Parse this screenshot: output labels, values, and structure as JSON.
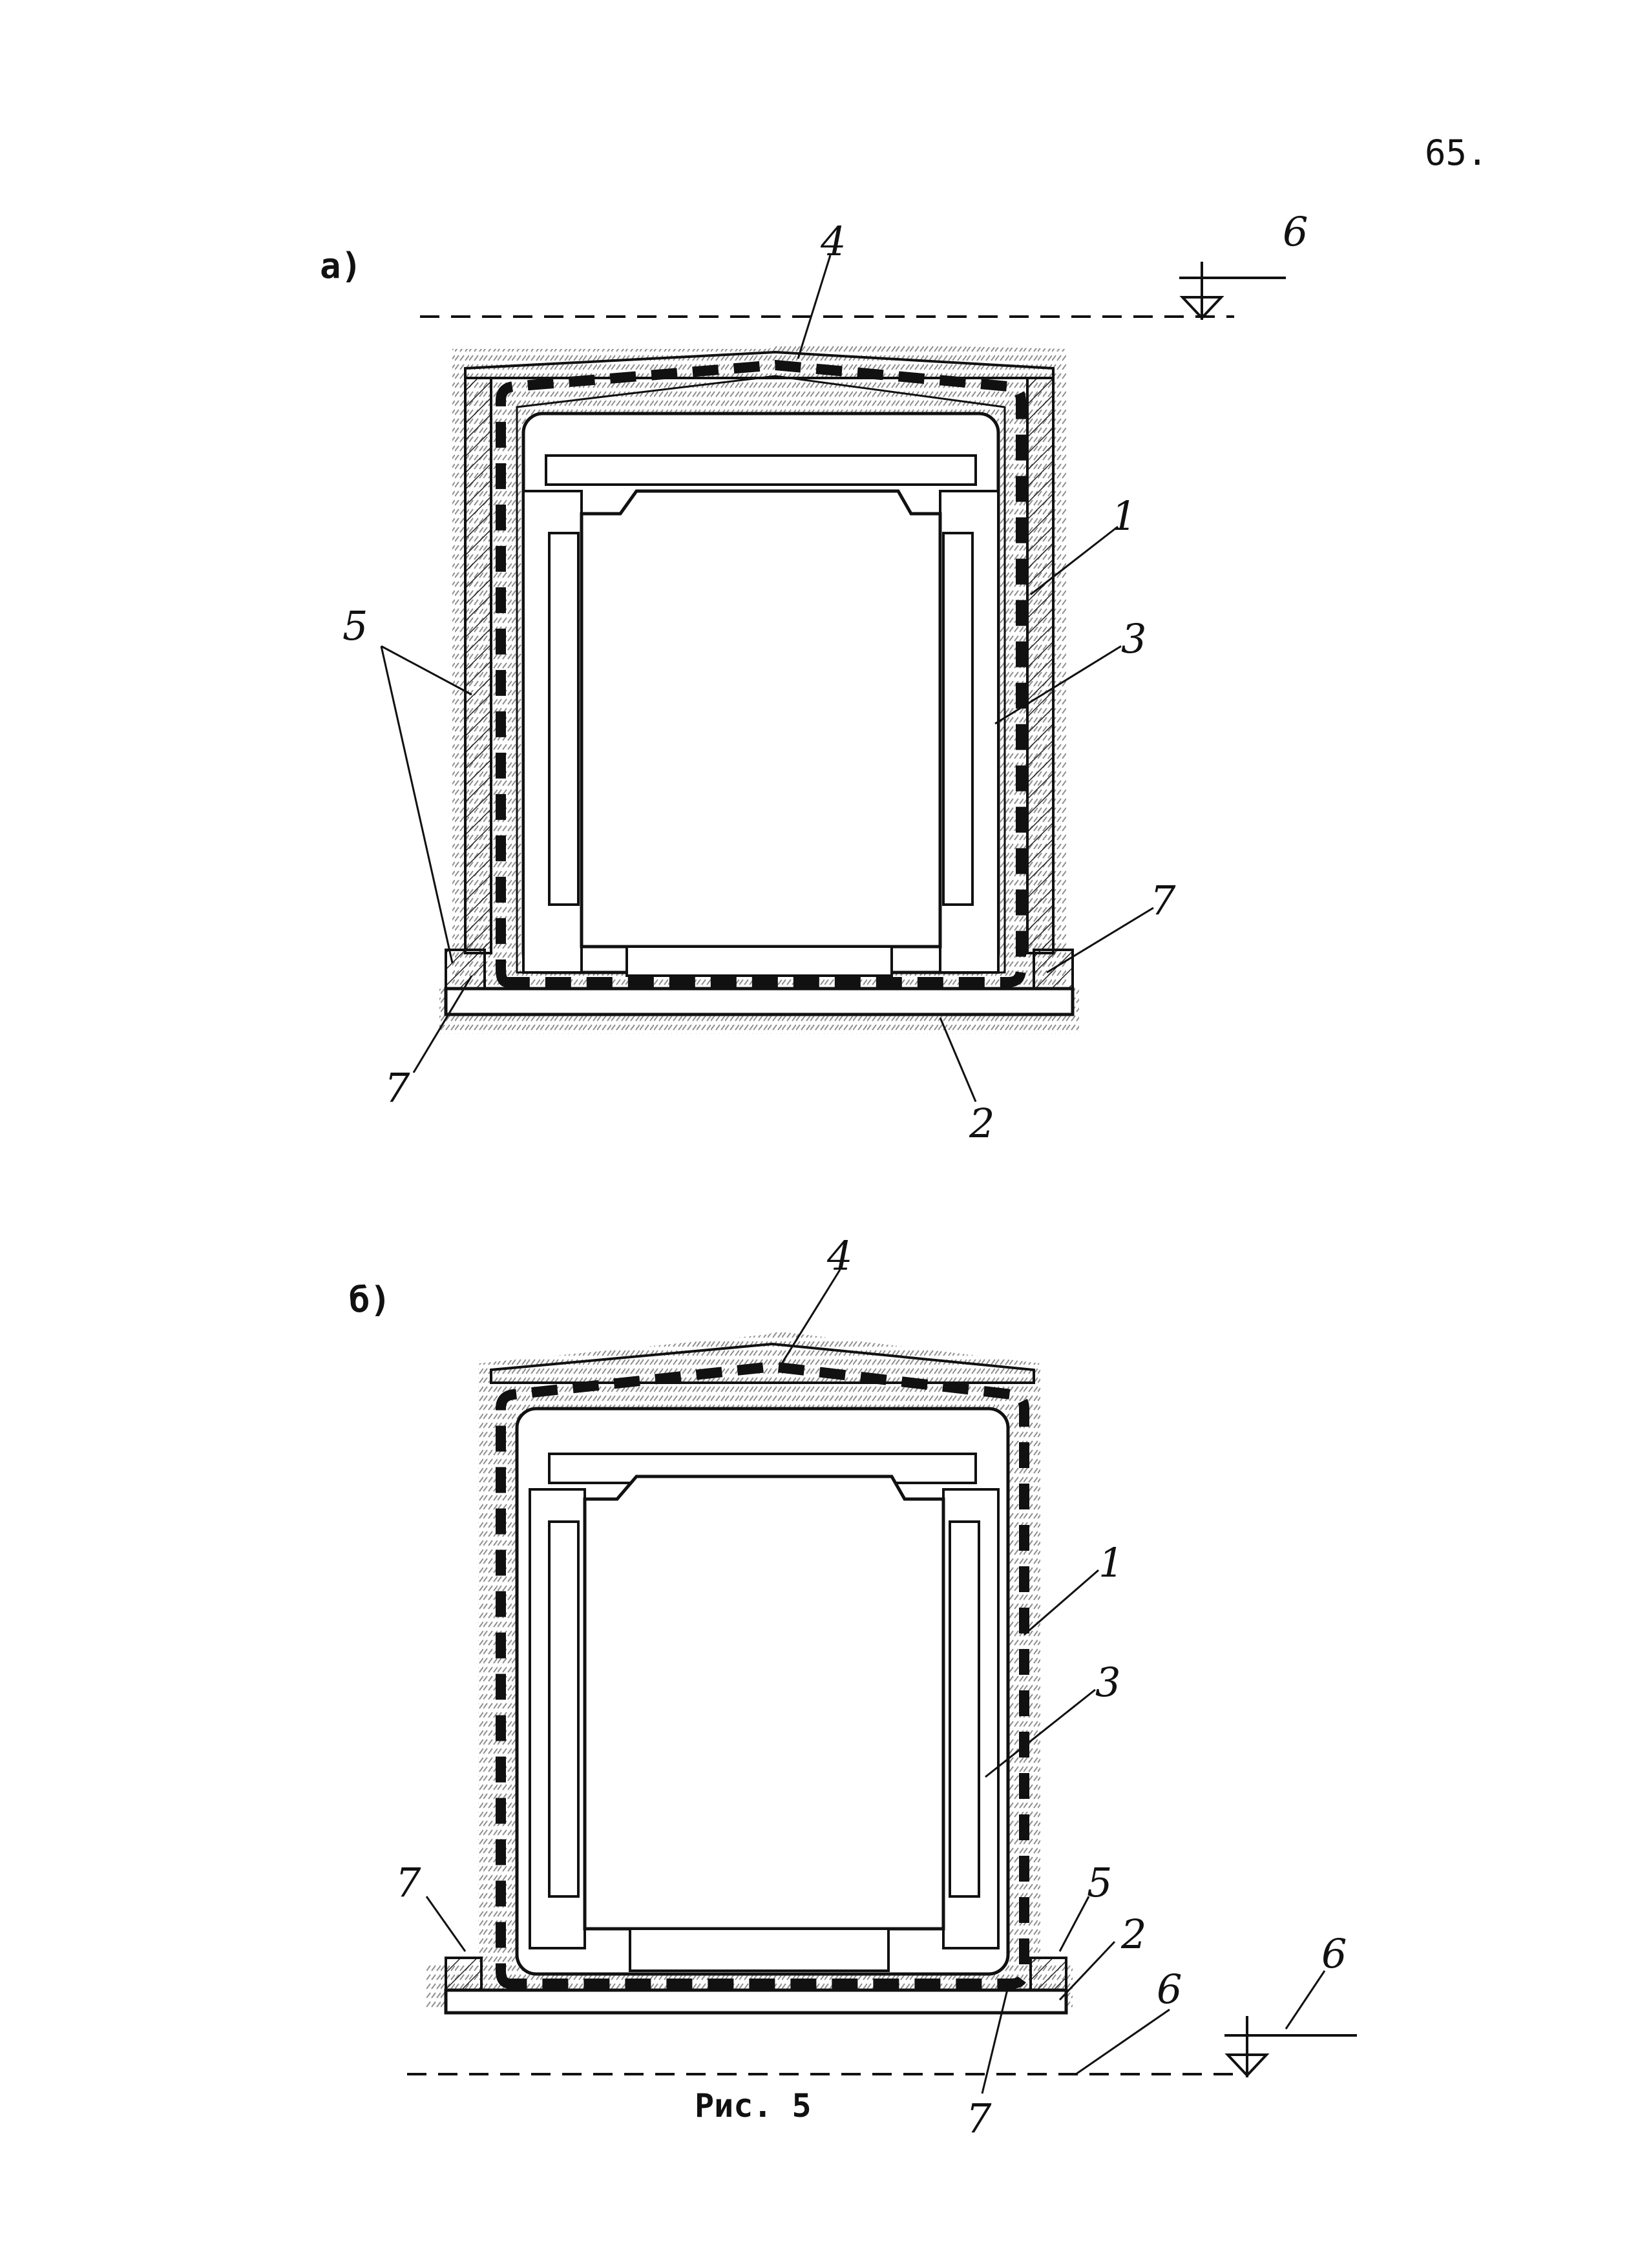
{
  "page_number": "65.",
  "caption": "Рис. 5",
  "figures": [
    {
      "panel_label": "а)",
      "callouts": [
        "4",
        "6",
        "1",
        "3",
        "5",
        "7",
        "7",
        "2"
      ]
    },
    {
      "panel_label": "б)",
      "callouts": [
        "4",
        "1",
        "3",
        "7",
        "5",
        "2",
        "6",
        "6",
        "7"
      ]
    }
  ]
}
